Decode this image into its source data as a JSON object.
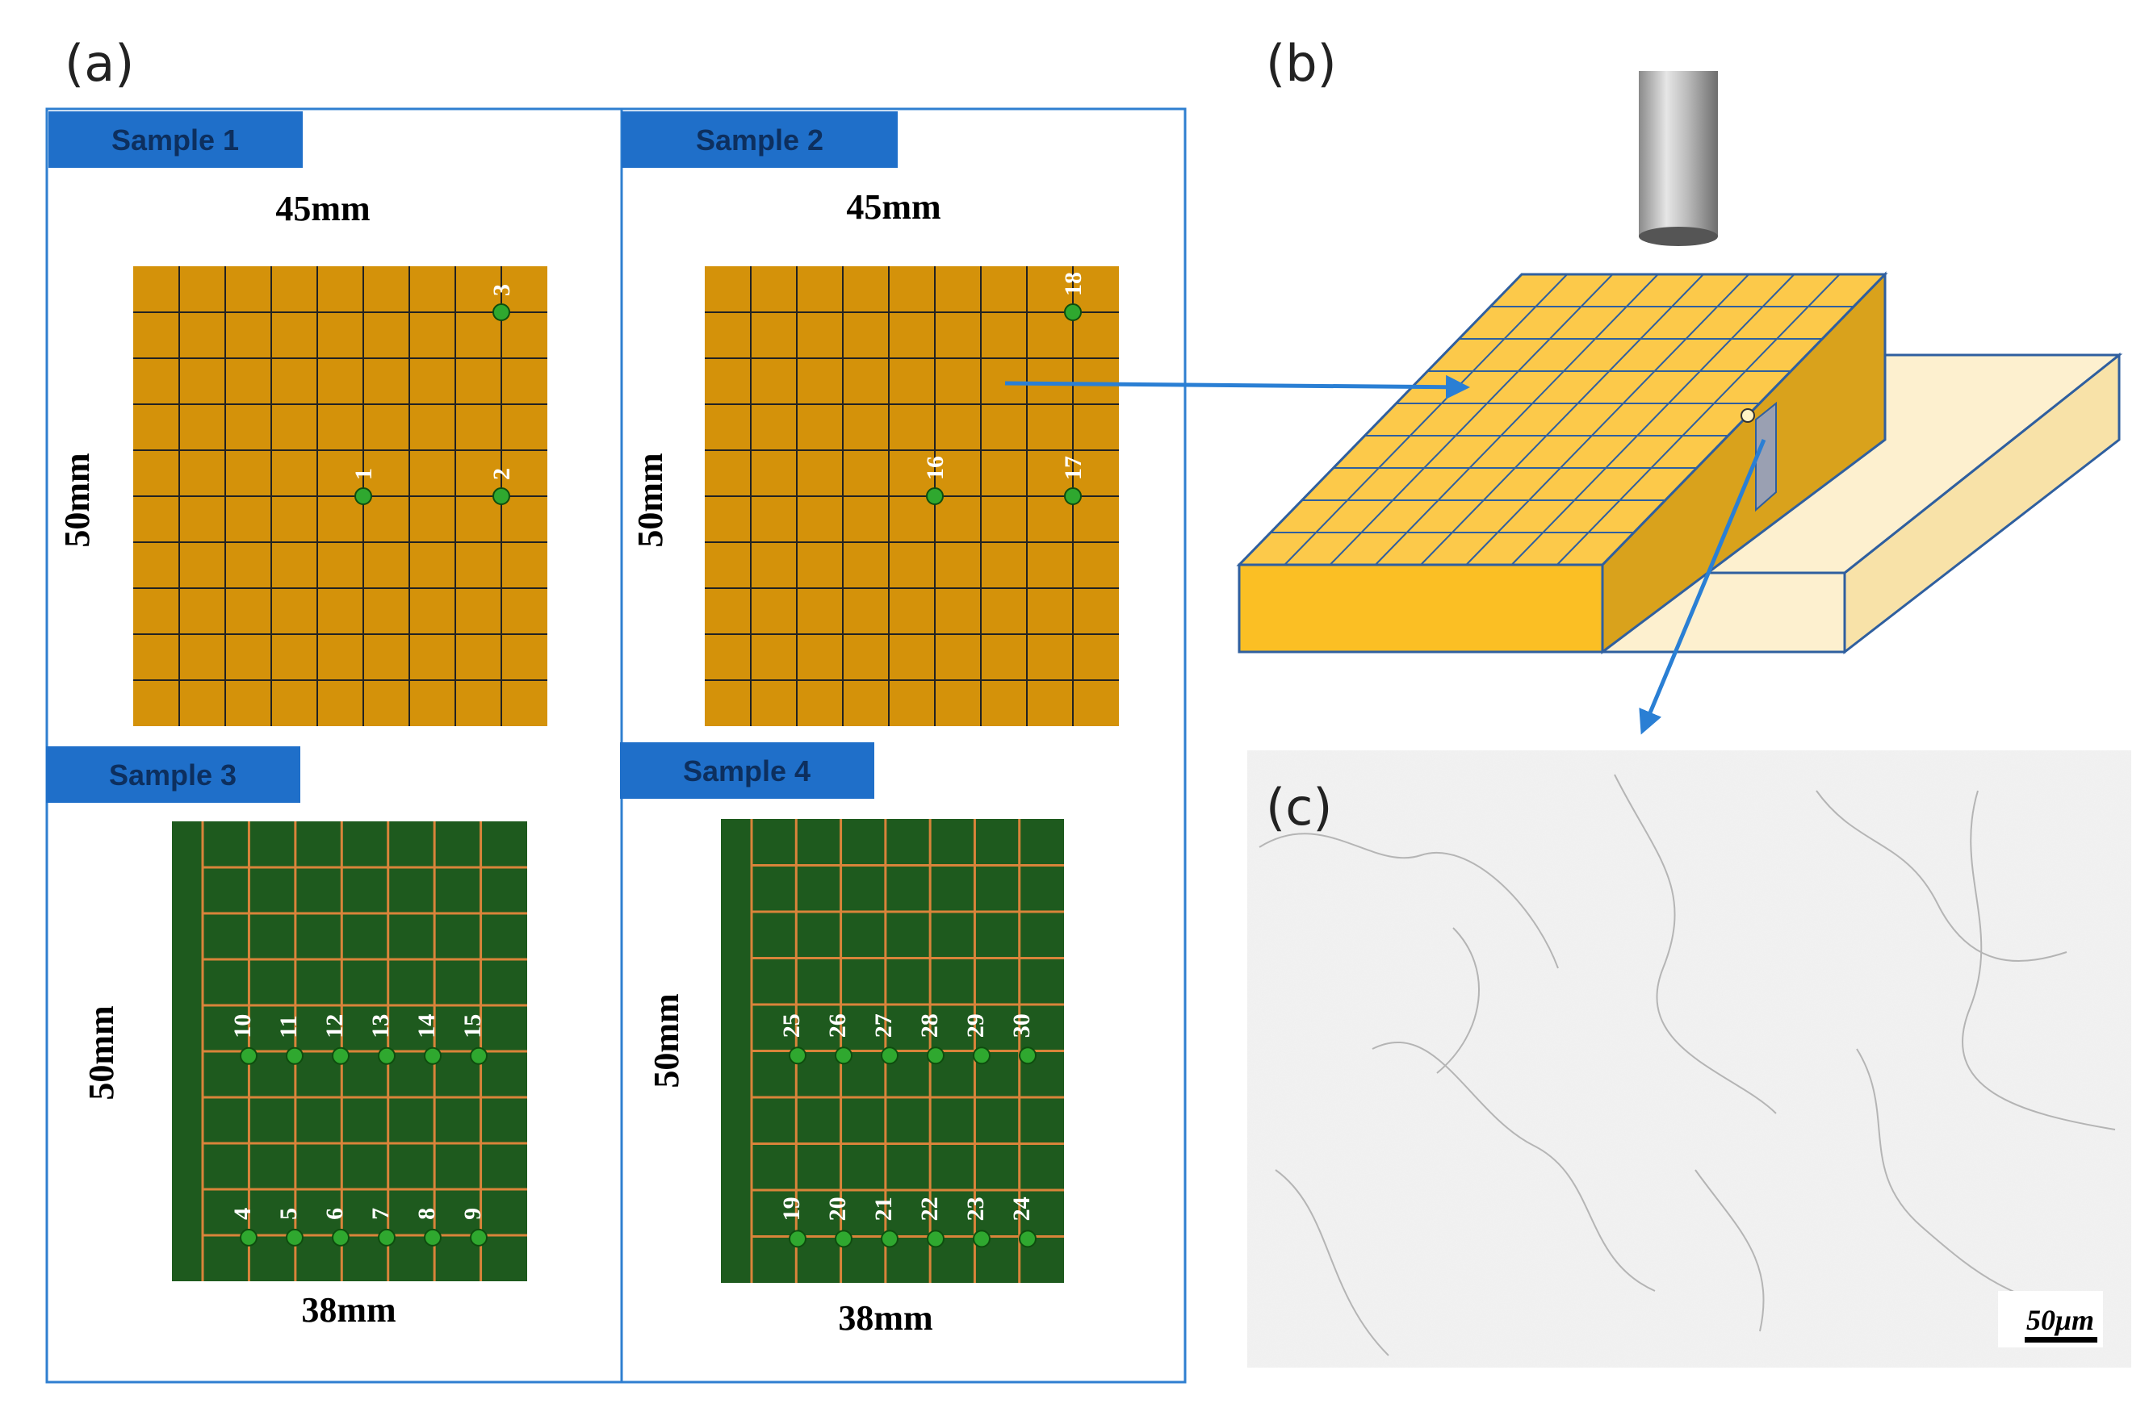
{
  "panels": {
    "a": {
      "label": "(a)"
    },
    "b": {
      "label": "(b)"
    },
    "c": {
      "label": "(c)"
    }
  },
  "samples": [
    {
      "id": "s1",
      "tag": "Sample 1",
      "width_label": "45mm",
      "height_label": "50mm",
      "points": [
        {
          "num": "1",
          "col": 5,
          "row": 5
        },
        {
          "num": "2",
          "col": 8,
          "row": 5
        },
        {
          "num": "3",
          "col": 8,
          "row": 1
        }
      ]
    },
    {
      "id": "s2",
      "tag": "Sample 2",
      "width_label": "45mm",
      "height_label": "50mm",
      "points": [
        {
          "num": "16",
          "col": 5,
          "row": 5
        },
        {
          "num": "17",
          "col": 8,
          "row": 5
        },
        {
          "num": "18",
          "col": 8,
          "row": 1
        }
      ]
    },
    {
      "id": "s3",
      "tag": "Sample 3",
      "width_label": "38mm",
      "height_label": "50mm",
      "points_top": [
        "10",
        "11",
        "12",
        "13",
        "14",
        "15"
      ],
      "points_bottom": [
        "4",
        "5",
        "6",
        "7",
        "8",
        "9"
      ]
    },
    {
      "id": "s4",
      "tag": "Sample 4",
      "width_label": "38mm",
      "height_label": "50mm",
      "points_top": [
        "25",
        "26",
        "27",
        "28",
        "29",
        "30"
      ],
      "points_bottom": [
        "19",
        "20",
        "21",
        "22",
        "23",
        "24"
      ]
    }
  ],
  "micrograph": {
    "scale_label": "50μm"
  },
  "colors": {
    "frame_blue": "#2f7fd0",
    "tag_blue": "#1f6fc9",
    "orange_grid": "#d4920a",
    "green_grid": "#1e5a1e",
    "point_green": "#2fa82f",
    "arrow_blue": "#2a7fd4",
    "block_yellow": "#fbbf24",
    "block_cream": "#fdf0cf"
  }
}
